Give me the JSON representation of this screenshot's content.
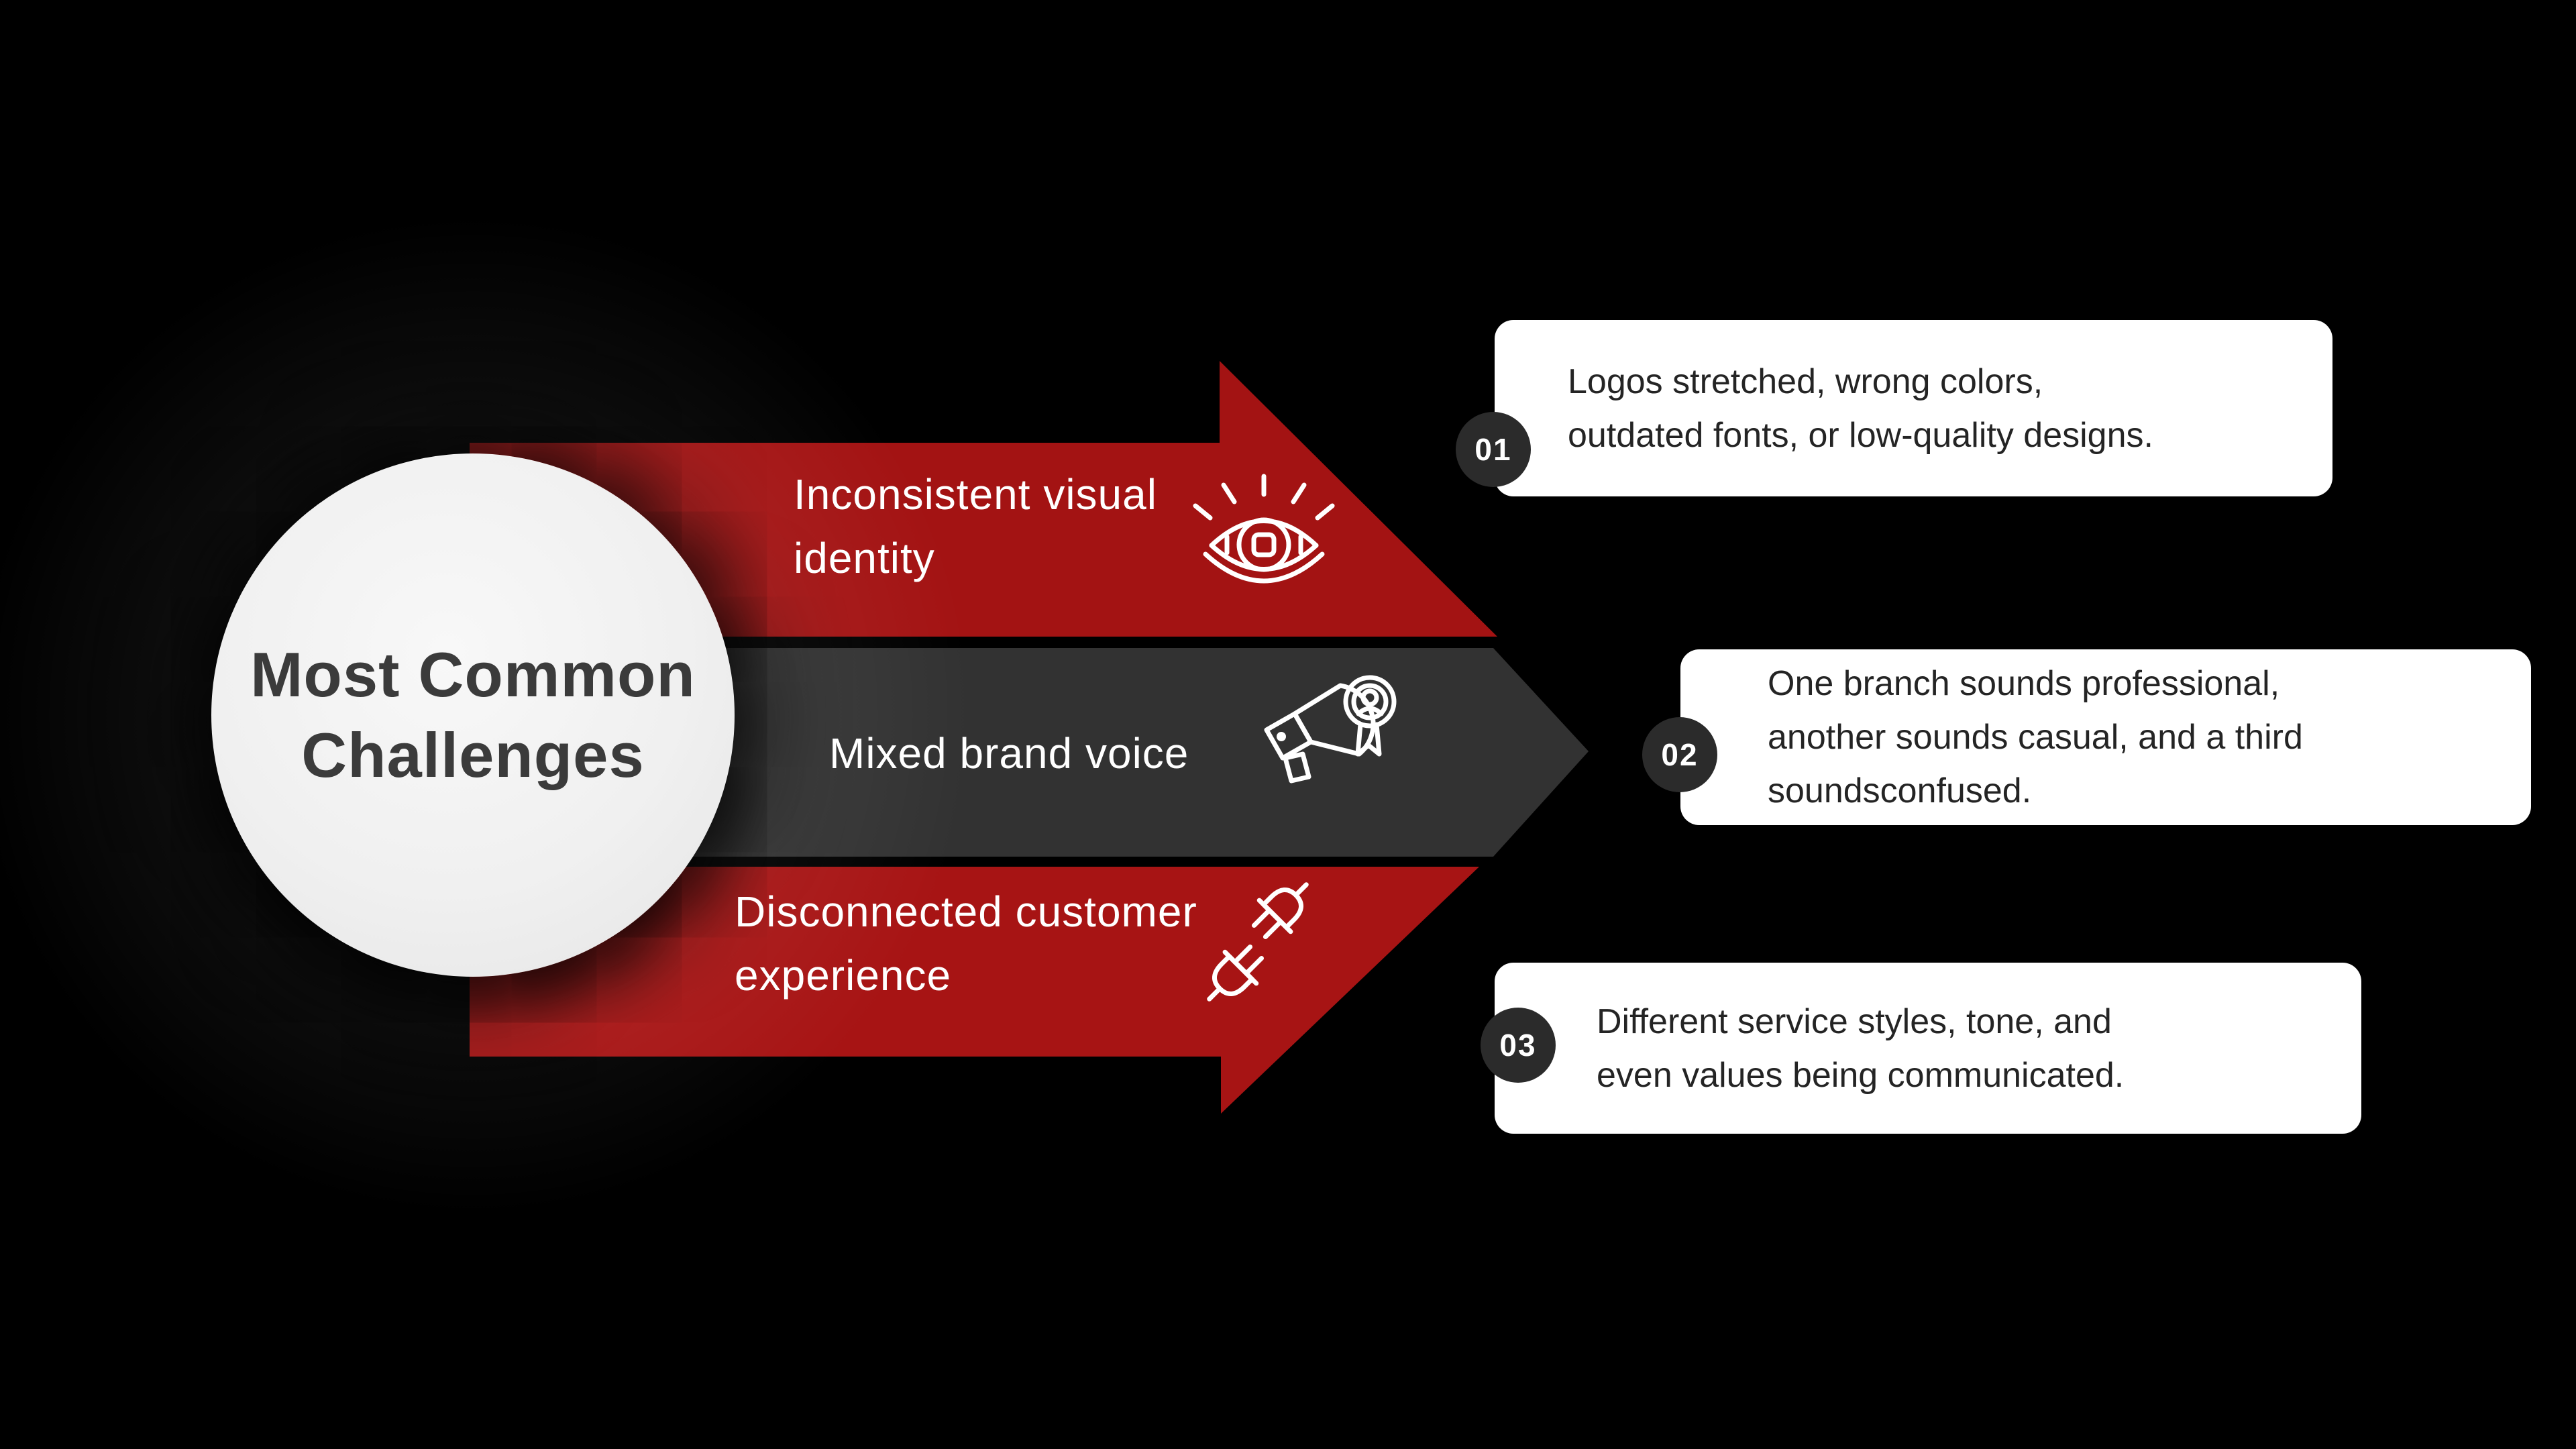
{
  "title": {
    "line1": "Most Common",
    "line2": "Challenges"
  },
  "arrows": [
    {
      "label_line1": "Inconsistent visual",
      "label_line2": "identity",
      "icon": "eye-icon"
    },
    {
      "label_line1": "Mixed brand voice",
      "icon": "megaphone-award-icon"
    },
    {
      "label_line1": "Disconnected customer",
      "label_line2": "experience",
      "icon": "disconnected-plug-icon"
    }
  ],
  "callouts": [
    {
      "number": "01",
      "lines": [
        "Logos stretched, wrong colors,",
        "outdated fonts, or low-quality designs."
      ]
    },
    {
      "number": "02",
      "lines": [
        "One branch sounds professional,",
        "another sounds casual, and a third",
        "soundsconfused."
      ]
    },
    {
      "number": "03",
      "lines": [
        "Different service styles, tone, and",
        "even values being communicated."
      ]
    }
  ],
  "colors": {
    "background": "#000000",
    "arrow_red_top": "#A31313",
    "arrow_dark": "#323232",
    "arrow_red_bottom": "#A71414",
    "badge_bg": "#2B2B2B",
    "card_bg": "#FFFFFF",
    "card_text": "#242424",
    "label_text": "#FFFFFF",
    "circle_fill": "#F0F0F0",
    "title_text": "#3B3B3B",
    "icon_stroke": "#FFFFFF"
  }
}
